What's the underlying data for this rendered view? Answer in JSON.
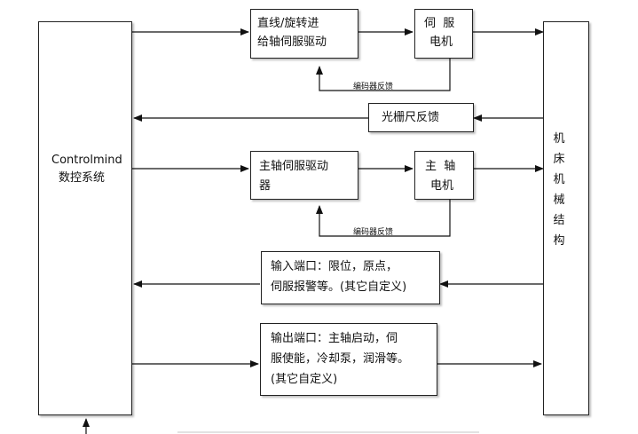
{
  "blocks": {
    "cnc_system": {
      "line1": "Controlmind",
      "line2": "数控系统"
    },
    "machine": {
      "chars": [
        "机",
        "床",
        "机",
        "械",
        "结",
        "构"
      ]
    },
    "servo_drive": {
      "line1": "直线/旋转进",
      "line2": "给轴伺服驱动"
    },
    "servo_motor": {
      "line1": "伺  服",
      "line2": "电机"
    },
    "encoder_fb_1": "编码器反馈",
    "grating_fb": "光栅尺反馈",
    "spindle_drive": {
      "line1": "主轴伺服驱动",
      "line2": "器"
    },
    "spindle_motor": {
      "line1": "主  轴",
      "line2": "电机"
    },
    "encoder_fb_2": "编码器反馈",
    "input_port": {
      "line1": "输入端口：限位，原点，",
      "line2": "伺服报警等。(其它自定义)"
    },
    "output_port": {
      "line1": "输出端口：主轴启动，伺",
      "line2": "服使能，冷却泵，润滑等。",
      "line3": "(其它自定义)"
    }
  }
}
